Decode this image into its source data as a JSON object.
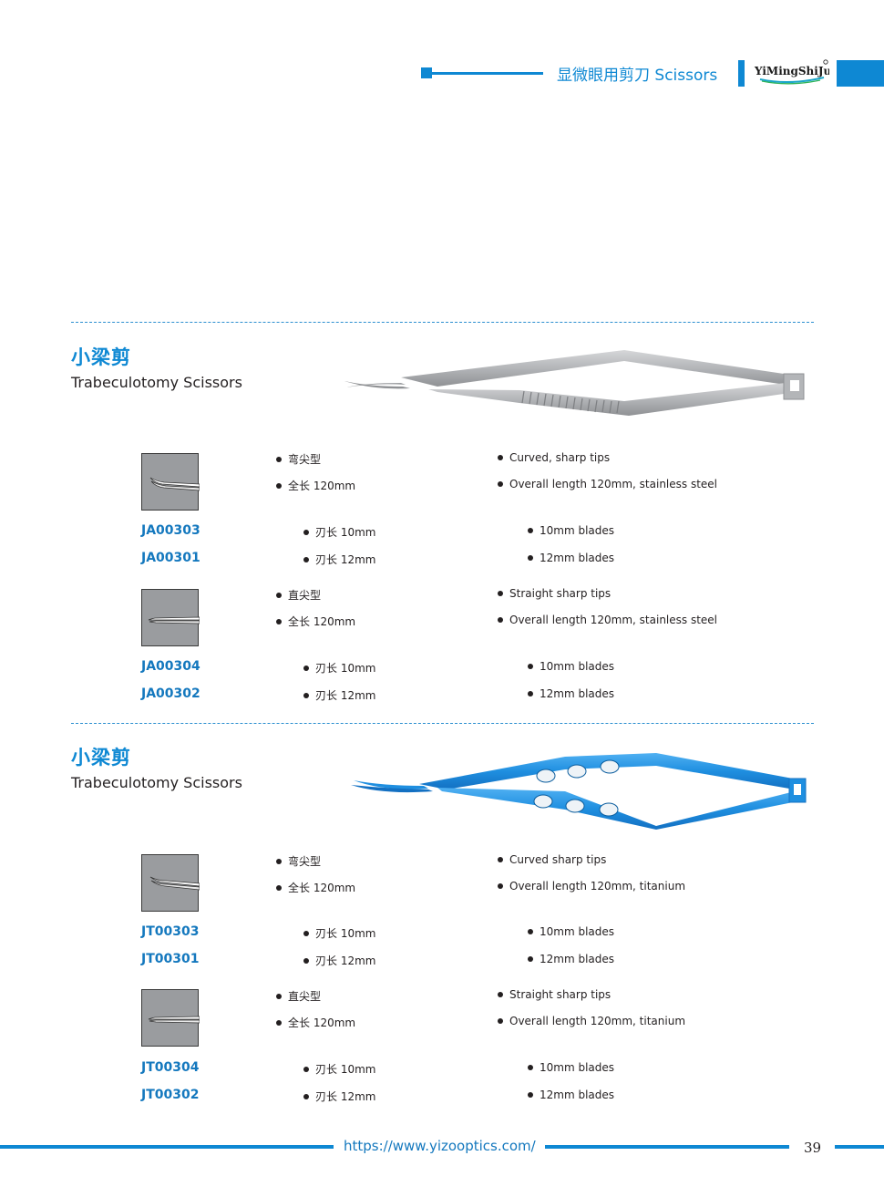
{
  "header": {
    "title": "显微眼用剪刀  Scissors",
    "logo_text": "YiMingShiJue"
  },
  "sections": [
    {
      "title_cn": "小梁剪",
      "title_en": "Trabeculotomy Scissors",
      "variants": [
        {
          "tip": "curved",
          "spec_cn": [
            "弯尖型",
            "全长 120mm"
          ],
          "spec_en": [
            "Curved, sharp tips",
            "Overall length 120mm, stainless steel"
          ],
          "codes": [
            "JA00303",
            "JA00301"
          ],
          "blades_cn": [
            "刃长 10mm",
            "刃长 12mm"
          ],
          "blades_en": [
            "10mm blades",
            "12mm blades"
          ]
        },
        {
          "tip": "straight",
          "spec_cn": [
            "直尖型",
            "全长 120mm"
          ],
          "spec_en": [
            "Straight sharp tips",
            "Overall length 120mm, stainless steel"
          ],
          "codes": [
            "JA00304",
            "JA00302"
          ],
          "blades_cn": [
            "刃长 10mm",
            "刃长 12mm"
          ],
          "blades_en": [
            "10mm blades",
            "12mm blades"
          ]
        }
      ]
    },
    {
      "title_cn": "小梁剪",
      "title_en": "Trabeculotomy Scissors",
      "variants": [
        {
          "tip": "curved",
          "spec_cn": [
            "弯尖型",
            "全长 120mm"
          ],
          "spec_en": [
            "Curved sharp tips",
            "Overall length 120mm, titanium"
          ],
          "codes": [
            "JT00303",
            "JT00301"
          ],
          "blades_cn": [
            "刃长 10mm",
            "刃长 12mm"
          ],
          "blades_en": [
            "10mm blades",
            "12mm blades"
          ]
        },
        {
          "tip": "straight",
          "spec_cn": [
            "直尖型",
            "全长 120mm"
          ],
          "spec_en": [
            "Straight sharp tips",
            "Overall length 120mm, titanium"
          ],
          "codes": [
            "JT00304",
            "JT00302"
          ],
          "blades_cn": [
            "刃长 10mm",
            "刃长 12mm"
          ],
          "blades_en": [
            "10mm blades",
            "12mm blades"
          ]
        }
      ]
    }
  ],
  "footer": {
    "url": "https://www.yizooptics.com/",
    "page": "39"
  },
  "colors": {
    "accent": "#0e88d3",
    "code": "#1478be",
    "steel": "#b9babc",
    "titanium": "#1f8fe0"
  }
}
